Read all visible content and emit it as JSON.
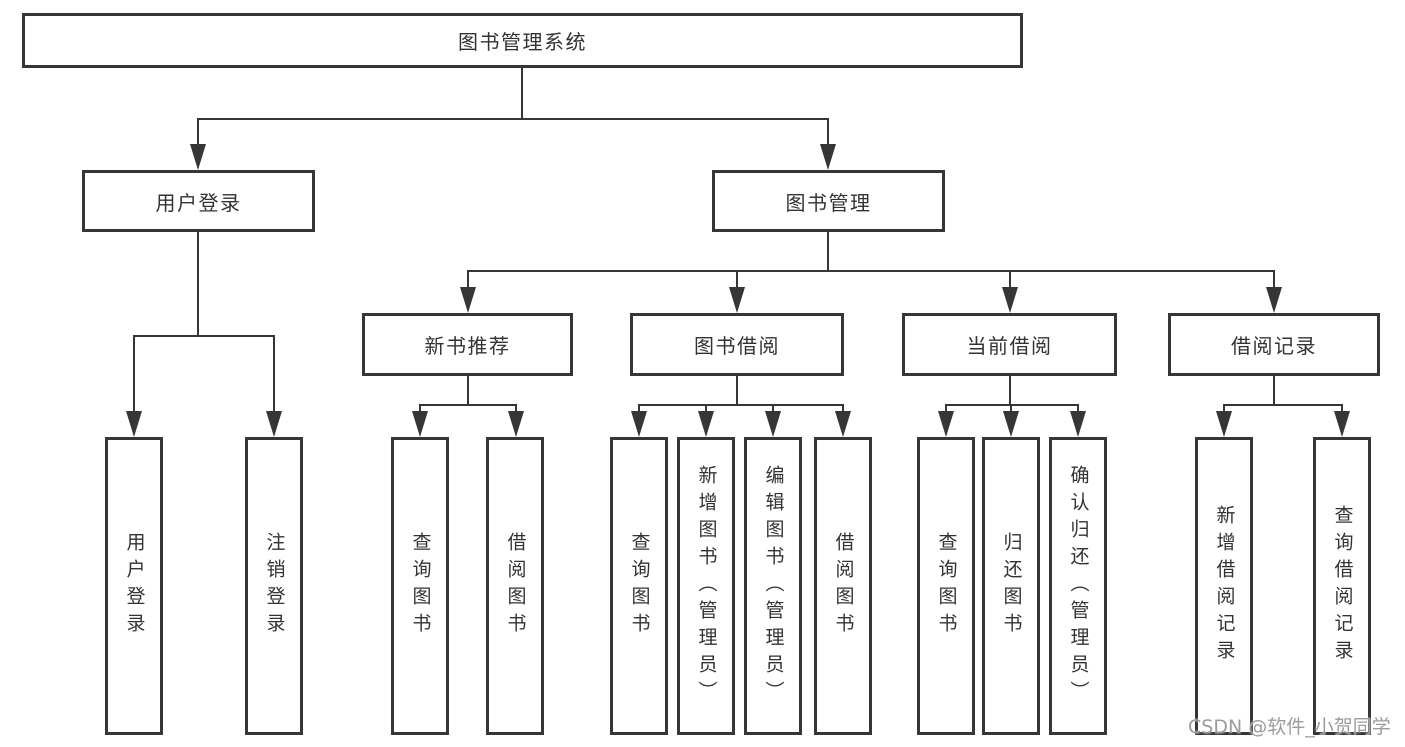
{
  "diagram": {
    "type": "hierarchy",
    "root": {
      "label": "图书管理系统"
    },
    "level2": [
      {
        "label": "用户登录",
        "parent": "图书管理系统"
      },
      {
        "label": "图书管理",
        "parent": "图书管理系统"
      }
    ],
    "level3": [
      {
        "label": "新书推荐",
        "parent": "图书管理"
      },
      {
        "label": "图书借阅",
        "parent": "图书管理"
      },
      {
        "label": "当前借阅",
        "parent": "图书管理"
      },
      {
        "label": "借阅记录",
        "parent": "图书管理"
      }
    ],
    "leaves": [
      {
        "label": "用户登录",
        "parent": "用户登录"
      },
      {
        "label": "注销登录",
        "parent": "用户登录"
      },
      {
        "label": "查询图书",
        "parent": "新书推荐"
      },
      {
        "label": "借阅图书",
        "parent": "新书推荐"
      },
      {
        "label": "查询图书",
        "parent": "图书借阅"
      },
      {
        "label": "新增图书（管理员）",
        "parent": "图书借阅"
      },
      {
        "label": "编辑图书（管理员）",
        "parent": "图书借阅"
      },
      {
        "label": "借阅图书",
        "parent": "图书借阅"
      },
      {
        "label": "查询图书",
        "parent": "当前借阅"
      },
      {
        "label": "归还图书",
        "parent": "当前借阅"
      },
      {
        "label": "确认归还（管理员）",
        "parent": "当前借阅"
      },
      {
        "label": "新增借阅记录",
        "parent": "借阅记录"
      },
      {
        "label": "查询借阅记录",
        "parent": "借阅记录"
      }
    ]
  },
  "watermark": "CSDN @软件_小贺同学",
  "colors": {
    "line": "#363636",
    "text": "#333333",
    "watermark": "#9c9c9c",
    "background": "#ffffff"
  }
}
